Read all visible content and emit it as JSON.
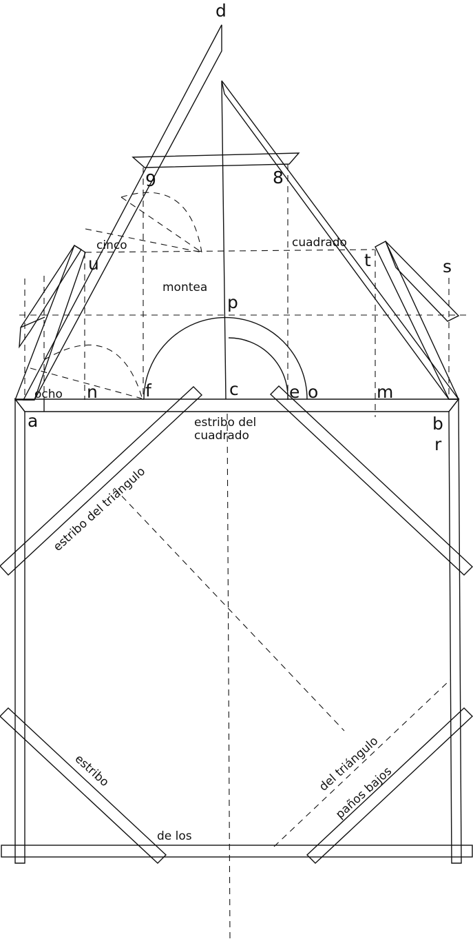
{
  "points": {
    "d": "d",
    "g": "9",
    "eight": "8",
    "s": "s",
    "u": "u",
    "t": "t",
    "p": "p",
    "n": "n",
    "f": "f",
    "c": "c",
    "e": "e",
    "o": "o",
    "m": "m",
    "a": "a",
    "b": "b",
    "r": "r"
  },
  "labels": {
    "cinco": "cinco",
    "cuadrado": "cuadrado",
    "montea": "montea",
    "ocho": "ocho",
    "estribo_del_line1": "estribo del",
    "estribo_del_line2": "cuadrado",
    "estribo_del_triangulo": "estribo del triángulo",
    "estribo": "estribo",
    "de_los": "de los",
    "del_triangulo": "del triángulo",
    "panos_bajos": "paños bajos"
  }
}
